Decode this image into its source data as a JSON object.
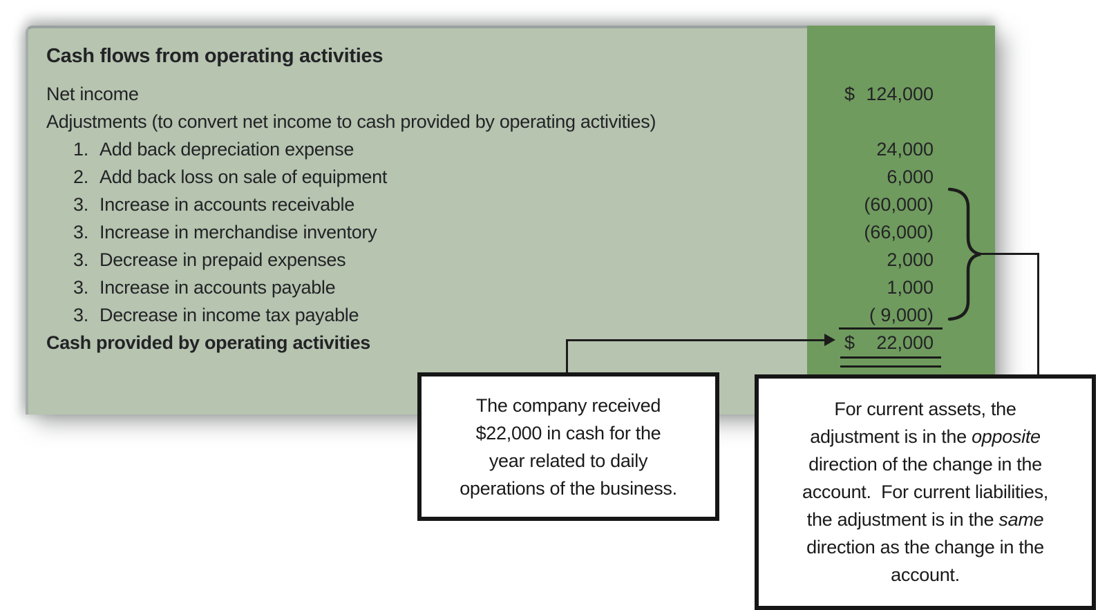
{
  "statement": {
    "title": "Cash flows from operating activities",
    "rows": [
      {
        "label": "Net income",
        "currency": "$",
        "value": "124,000"
      },
      {
        "label": "Adjustments (to convert net income to cash provided by operating activities)"
      },
      {
        "num": "1.",
        "label": "Add back depreciation expense",
        "value": "24,000"
      },
      {
        "num": "2.",
        "label": "Add back loss on sale of equipment",
        "value": "6,000"
      },
      {
        "num": "3.",
        "label": "Increase in accounts receivable",
        "value": "(60,000)"
      },
      {
        "num": "3.",
        "label": "Increase in merchandise inventory",
        "value": "(66,000)"
      },
      {
        "num": "3.",
        "label": "Decrease in prepaid expenses",
        "value": "2,000"
      },
      {
        "num": "3.",
        "label": "Increase in accounts payable",
        "value": "1,000"
      },
      {
        "num": "3.",
        "label": "Decrease in income tax payable",
        "value": "( 9,000)"
      }
    ],
    "total": {
      "label": "Cash provided by operating activities",
      "currency": "$",
      "value": "22,000"
    }
  },
  "callouts": {
    "cash": {
      "lines": [
        "The company received",
        "$22,000 in cash for the",
        "year related to daily",
        "operations of the business."
      ]
    },
    "adjustments": {
      "line1": "For current assets, the",
      "line2_pre": "adjustment is in the ",
      "line2_italic": "opposite",
      "line3": "direction of the change in the",
      "line4": "account.  For current liabilities,",
      "line5_pre": "the adjustment is in the ",
      "line5_italic": "same",
      "line6": "direction as the change in the",
      "line7": "account."
    }
  },
  "colors": {
    "panel_light_green": "#b6c4b0",
    "panel_dark_green": "#6f9b5e",
    "line_black": "#1c1c1c",
    "text": "#232326"
  }
}
